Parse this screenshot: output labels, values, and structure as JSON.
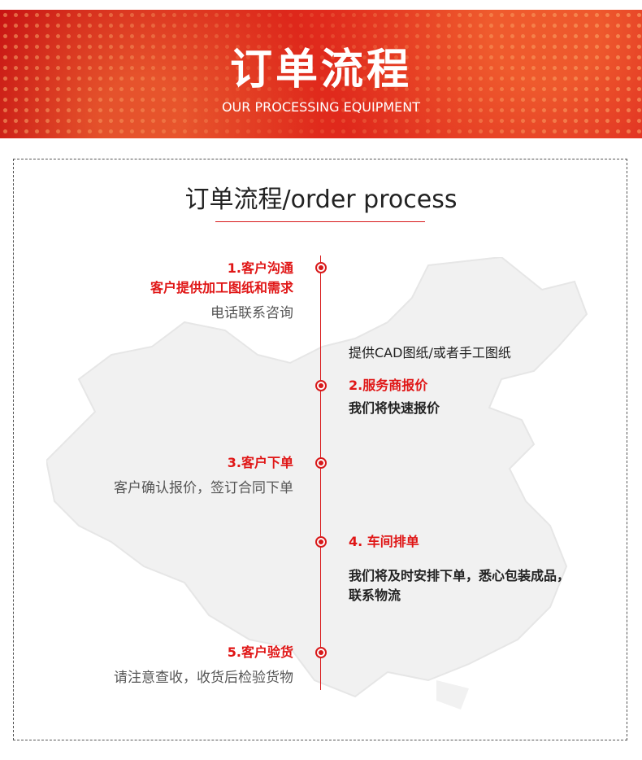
{
  "banner": {
    "title": "订单流程",
    "subtitle": "OUR PROCESSING EQUIPMENT"
  },
  "section": {
    "title": "订单流程/order process"
  },
  "steps": [
    {
      "title": "1.客户沟通",
      "subtitle": "客户提供加工图纸和需求",
      "description": "电话联系咨询"
    },
    {
      "note": "提供CAD图纸/或者手工图纸",
      "title": "2.服务商报价",
      "description": "我们将快速报价"
    },
    {
      "title": "3.客户下单",
      "description": "客户确认报价，签订合同下单"
    },
    {
      "title": "4. 车间排单",
      "description_line1": "我们将及时安排下单，悉心包装成品，",
      "description_line2": "联系物流"
    },
    {
      "title": "5.客户验货",
      "description": "请注意查收，收货后检验货物"
    }
  ],
  "colors": {
    "accent": "#d8191a",
    "banner": "#d8161a"
  }
}
